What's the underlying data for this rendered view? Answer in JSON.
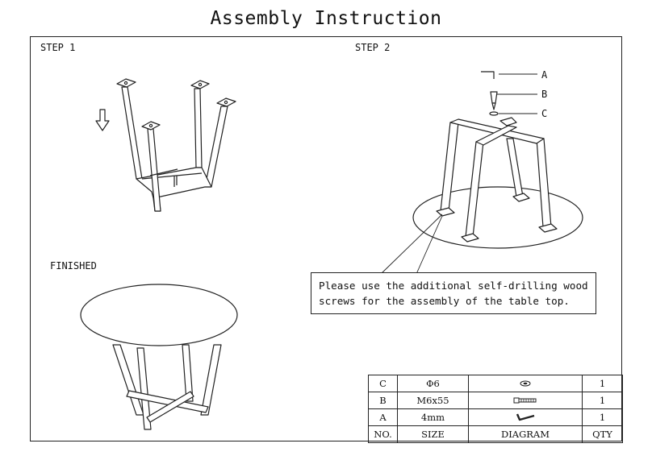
{
  "title": "Assembly Instruction",
  "step1": {
    "label": "STEP 1"
  },
  "step2": {
    "label": "STEP 2",
    "callouts": [
      "A",
      "B",
      "C"
    ],
    "note_lines": [
      "Please use the additional self-drilling wood",
      "screws for the assembly of the table top."
    ]
  },
  "finished": {
    "label": "FINISHED"
  },
  "parts_table": {
    "headers": [
      "NO.",
      "SIZE",
      "DIAGRAM",
      "QTY"
    ],
    "rows": [
      {
        "no": "C",
        "size": "Φ6",
        "diagram": "washer-icon",
        "qty": "1"
      },
      {
        "no": "B",
        "size": "M6x55",
        "diagram": "bolt-icon",
        "qty": "1"
      },
      {
        "no": "A",
        "size": "4mm",
        "diagram": "allen-key-icon",
        "qty": "1"
      }
    ]
  }
}
